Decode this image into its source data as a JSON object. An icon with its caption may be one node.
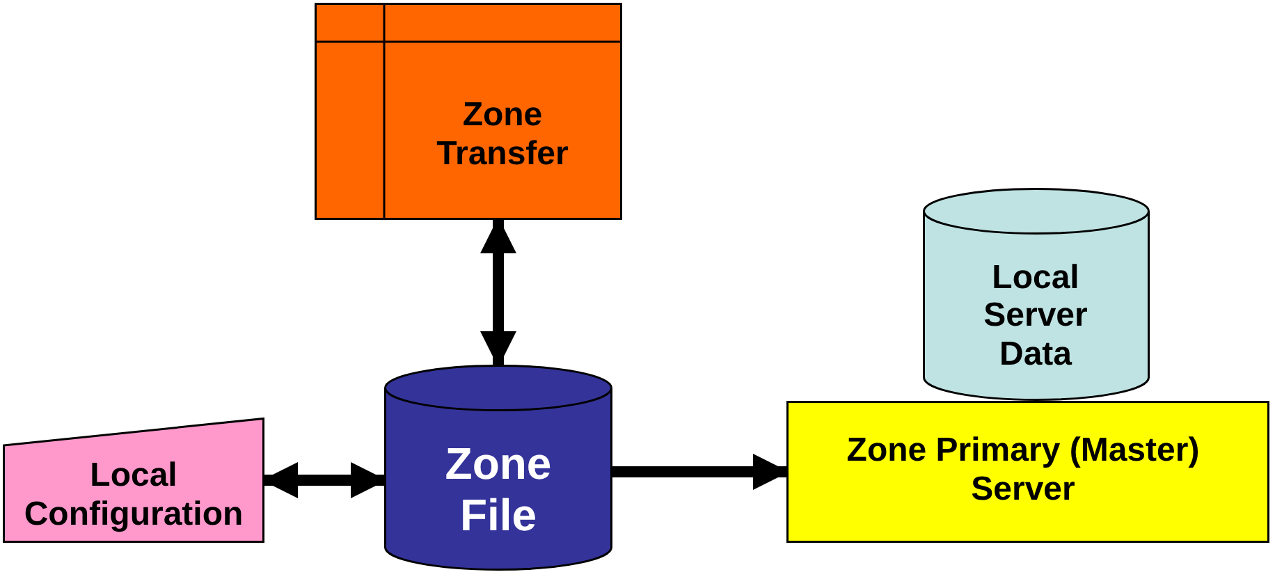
{
  "diagram": {
    "nodes": [
      {
        "text": [
          "Zone Transfer"
        ]
      },
      {
        "text": [
          "Local Server Data"
        ]
      },
      {
        "text": [
          "Local Configuration"
        ]
      },
      {
        "text": [
          "Zone File"
        ]
      },
      {
        "text": [
          "Zone Primary (Master) Server"
        ]
      }
    ],
    "edges": [
      {
        "from": 0,
        "to": 3,
        "arrow": "both"
      },
      {
        "from": 2,
        "to": 3,
        "arrow": "both"
      },
      {
        "from": 3,
        "to": 4,
        "arrow": "to"
      }
    ]
  }
}
